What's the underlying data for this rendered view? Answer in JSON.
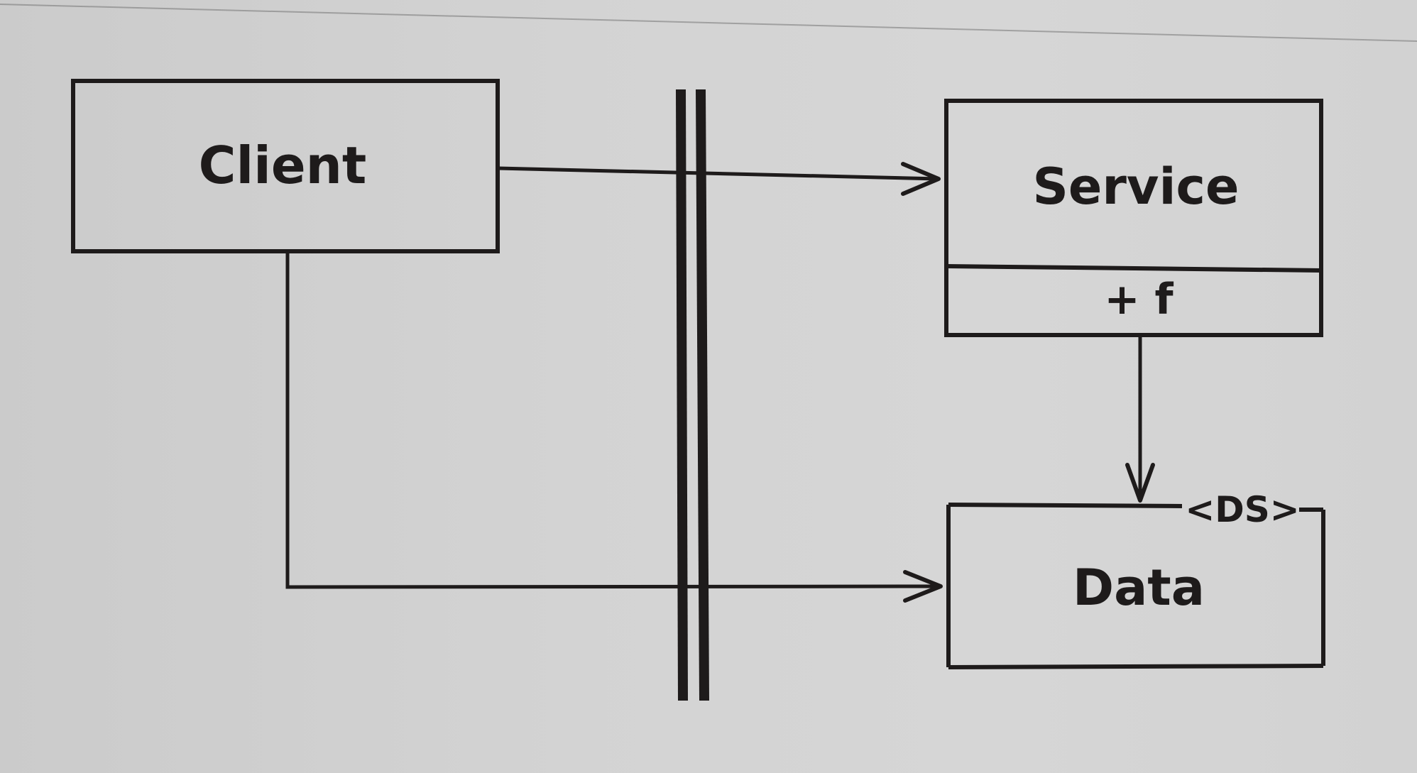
{
  "diagram": {
    "nodes": [
      {
        "id": "client",
        "label": "Client"
      },
      {
        "id": "service",
        "label": "Service",
        "members": [
          "+ f"
        ]
      },
      {
        "id": "data",
        "label": "Data",
        "stereotype": "<DS>"
      }
    ],
    "edges": [
      {
        "from": "client",
        "to": "service",
        "arrow": "open"
      },
      {
        "from": "client",
        "to": "data",
        "arrow": "open"
      },
      {
        "from": "service",
        "to": "data",
        "arrow": "open"
      }
    ],
    "boundary": {
      "style": "double-vertical-line"
    }
  },
  "colors": {
    "ink": "#1e1b1b",
    "paper": "#d2d2d2"
  }
}
